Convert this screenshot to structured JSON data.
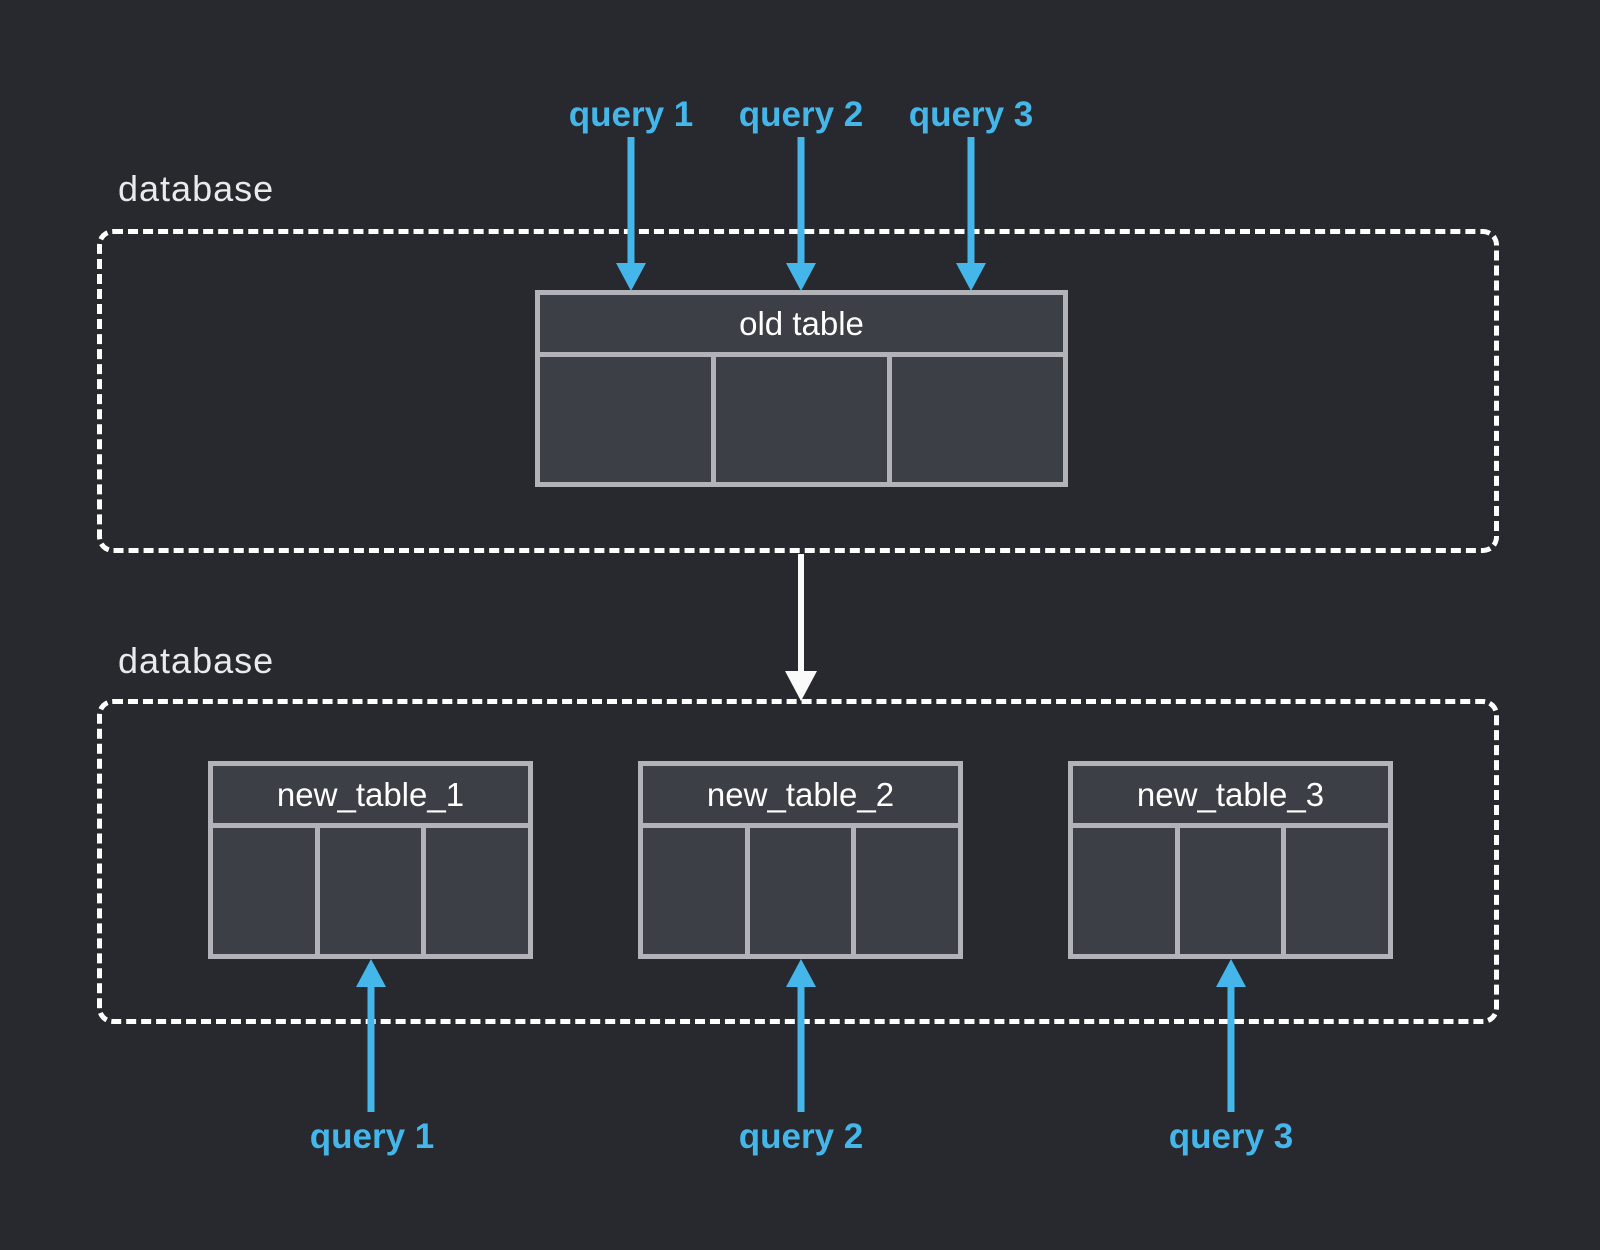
{
  "diagram": {
    "type": "database-migration-diagram",
    "colors": {
      "background": "#27292f",
      "table_cell_fill": "#3c3f46",
      "table_border": "#b1b3b9",
      "query_accent_blue": "#45b6e9",
      "migration_arrow_white": "#fafafa",
      "zone_border_white": "#ffffff",
      "zone_label_text": "#e9eaec"
    }
  },
  "databases": {
    "top_label": "database",
    "bottom_label": "database"
  },
  "queries": [
    "query 1",
    "query 2",
    "query 3"
  ],
  "old_table": {
    "title": "old table",
    "column_count": 3
  },
  "new_tables": [
    {
      "title": "new_table_1",
      "column_count": 3
    },
    {
      "title": "new_table_2",
      "column_count": 3
    },
    {
      "title": "new_table_3",
      "column_count": 3
    }
  ]
}
